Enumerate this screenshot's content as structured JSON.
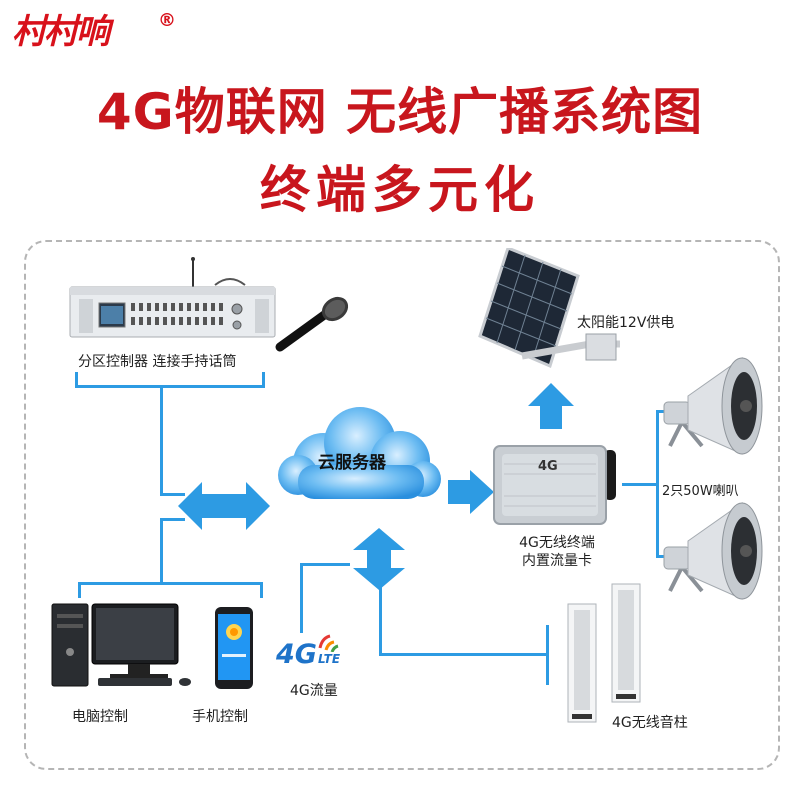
{
  "brand": {
    "name": "村村响",
    "registered": "®"
  },
  "title": {
    "line1": "4G物联网 无线广播系统图",
    "line2": "终端多元化"
  },
  "nodes": {
    "zone_controller": {
      "label": "分区控制器  连接手持话筒",
      "icon": "rack-controller-with-microphone"
    },
    "cloud_server": {
      "label": "云服务器",
      "icon": "cloud"
    },
    "solar": {
      "label": "太阳能12V供电",
      "icon": "solar-panel"
    },
    "terminal": {
      "line1": "4G无线终端",
      "line2": "内置流量卡",
      "badge": "4G",
      "icon": "terminal-box"
    },
    "horn_speakers": {
      "label": "2只50W喇叭",
      "icon": "horn-speaker"
    },
    "pc": {
      "label": "电脑控制",
      "icon": "desktop-computer"
    },
    "phone": {
      "label": "手机控制",
      "icon": "smartphone"
    },
    "traffic": {
      "label": "4G流量",
      "logo_main": "4G",
      "logo_sub": "LTE",
      "icon": "4g-lte-logo"
    },
    "column_speakers": {
      "label": "4G无线音柱",
      "icon": "column-speaker"
    }
  },
  "colors": {
    "title_red": "#c8161d",
    "brand_red": "#d8111b",
    "flow_blue": "#2d9be3",
    "cloud_blue": "#3aa0ea"
  }
}
